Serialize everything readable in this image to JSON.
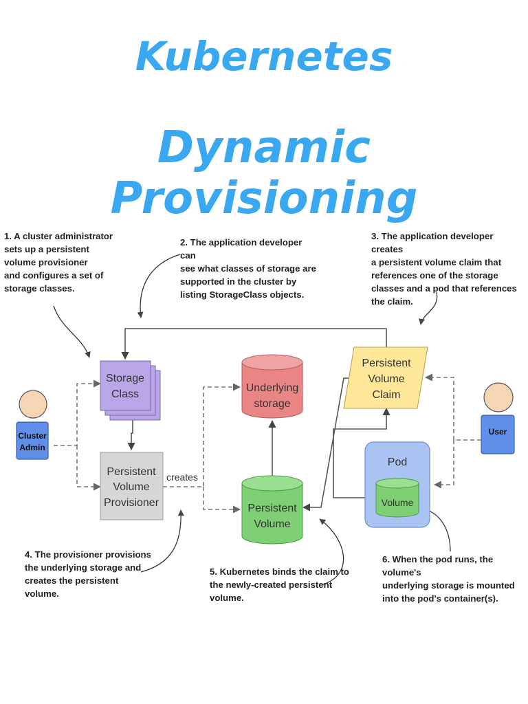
{
  "title_line1": "Kubernetes",
  "title_line2": "Dynamic Provisioning",
  "notes": {
    "n1": "1. A cluster administrator\n    sets up a persistent\n    volume provisioner\n    and configures a set of\n    storage classes.",
    "n2": "2. The application developer can\n    see what classes of storage are\n    supported in the cluster by\n    listing StorageClass objects.",
    "n3": "3. The application developer creates\n    a persistent volume claim that\n    references one of the storage\n    classes and a pod that references\n    the claim.",
    "n4": "4. The provisioner provisions\n    the underlying storage and\n    creates the persistent\n    volume.",
    "n5": "5. Kubernetes binds the claim to\n    the newly-created persistent\n    volume.",
    "n6": "6. When the pod runs, the volume's\n    underlying storage is mounted\n    into the pod's container(s)."
  },
  "actors": {
    "admin": {
      "line1": "Cluster",
      "line2": "Admin"
    },
    "user": {
      "label": "User"
    }
  },
  "nodes": {
    "storage_class": {
      "line1": "Storage",
      "line2": "Class"
    },
    "provisioner": {
      "line1": "Persistent",
      "line2": "Volume",
      "line3": "Provisioner"
    },
    "underlying_storage": {
      "line1": "Underlying",
      "line2": "storage"
    },
    "persistent_volume": {
      "line1": "Persistent",
      "line2": "Volume"
    },
    "pvc": {
      "line1": "Persistent",
      "line2": "Volume",
      "line3": "Claim"
    },
    "pod": {
      "label": "Pod"
    },
    "pod_volume": {
      "label": "Volume"
    }
  },
  "edge_labels": {
    "creates": "creates"
  },
  "colors": {
    "title": "#3aa8f0",
    "storage_class": "#b9a6e6",
    "provisioner": "#d6d6d6",
    "underlying_storage": "#e98585",
    "persistent_volume": "#7fcf75",
    "pvc": "#ffe79a",
    "pod": "#a9c3f3",
    "actor": "#5f8fe8",
    "skin": "#f5d6b4"
  }
}
